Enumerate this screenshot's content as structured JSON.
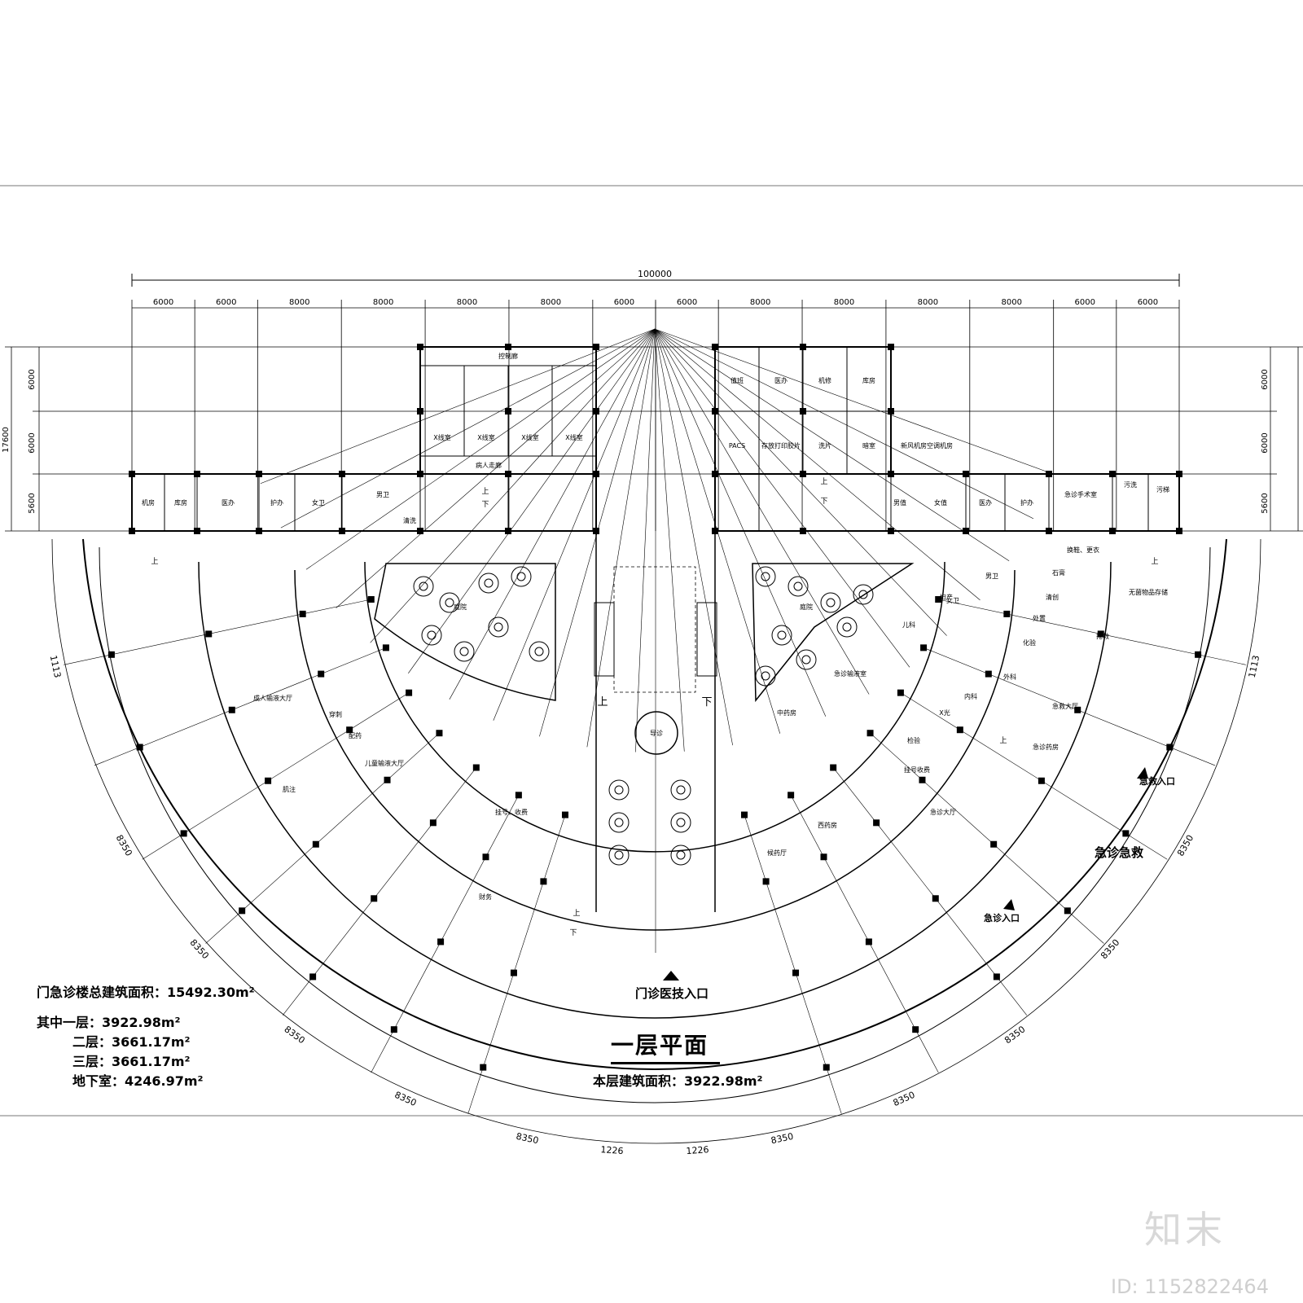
{
  "plan": {
    "title": "一层平面",
    "floor_area": "本层建筑面积：3922.98m²",
    "total_area": "门急诊楼总建筑面积：15492.30m²",
    "floors": [
      "其中一层：3922.98m²",
      "二层：3661.17m²",
      "三层：3661.17m²",
      "地下室：4246.97m²"
    ]
  },
  "dimensions": {
    "overall": "100000",
    "top_bays": [
      "6000",
      "6000",
      "8000",
      "8000",
      "8000",
      "8000",
      "6000",
      "6000",
      "8000",
      "8000",
      "8000",
      "8000",
      "6000",
      "6000"
    ],
    "left_total": "17600",
    "side_rows": [
      "6000",
      "6000",
      "5600"
    ],
    "arc_segments": [
      "1113",
      "8350",
      "8350",
      "8350",
      "8350",
      "8350",
      "1226"
    ]
  },
  "rooms": {
    "back_left": [
      "X线室",
      "X线室",
      "X线室",
      "X线室",
      "病人走廊"
    ],
    "back_left_top": "控制廊",
    "back_right": [
      "值班",
      "医办",
      "机修",
      "库房",
      "PACS",
      "存放打印胶片",
      "洗片",
      "暗室",
      "新风机房空调机房"
    ],
    "left_wing": [
      "机房",
      "库房",
      "医办",
      "护办",
      "女卫",
      "男卫",
      "清洗"
    ],
    "right_wing": [
      "男值",
      "女值",
      "医办",
      "护办",
      "急诊手术室",
      "污洗",
      "污梯",
      "换鞋、更衣"
    ],
    "left_arc": [
      "成人输液大厅",
      "穿刺",
      "配药",
      "肌注",
      "儿童输液大厅",
      "挂号、收费",
      "财务"
    ],
    "right_arc": [
      "中药房",
      "急诊输液室",
      "儿科",
      "妇产",
      "男卫",
      "女卫",
      "内科",
      "外科",
      "X光",
      "检验",
      "挂号收费",
      "急诊药房",
      "急救大厅",
      "石膏",
      "清创",
      "处置",
      "化验",
      "抢救",
      "无菌物品存储",
      "西药房",
      "候药厅",
      "急诊大厅"
    ],
    "center": [
      "庭院",
      "庭院",
      "导诊"
    ]
  },
  "stairs": {
    "up": "上",
    "down": "下"
  },
  "entrances": {
    "main": "门诊医技入口",
    "emergency_ambulance": "急救入口",
    "emergency_walk": "急诊入口",
    "emergency_zone": "急诊急救"
  },
  "watermark": {
    "logo": "知末",
    "id": "ID: 1152822464"
  },
  "colors": {
    "line": "#000000",
    "watermark": "#d9d9d9"
  }
}
